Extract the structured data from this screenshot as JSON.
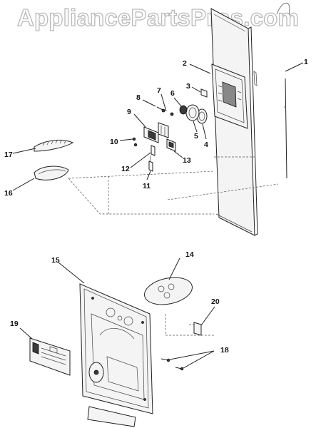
{
  "watermark": "AppliancePartsPros.com",
  "callouts": [
    "1",
    "2",
    "3",
    "4",
    "5",
    "6",
    "7",
    "8",
    "9",
    "10",
    "11",
    "12",
    "13",
    "14",
    "15",
    "16",
    "17",
    "18",
    "19",
    "20"
  ]
}
